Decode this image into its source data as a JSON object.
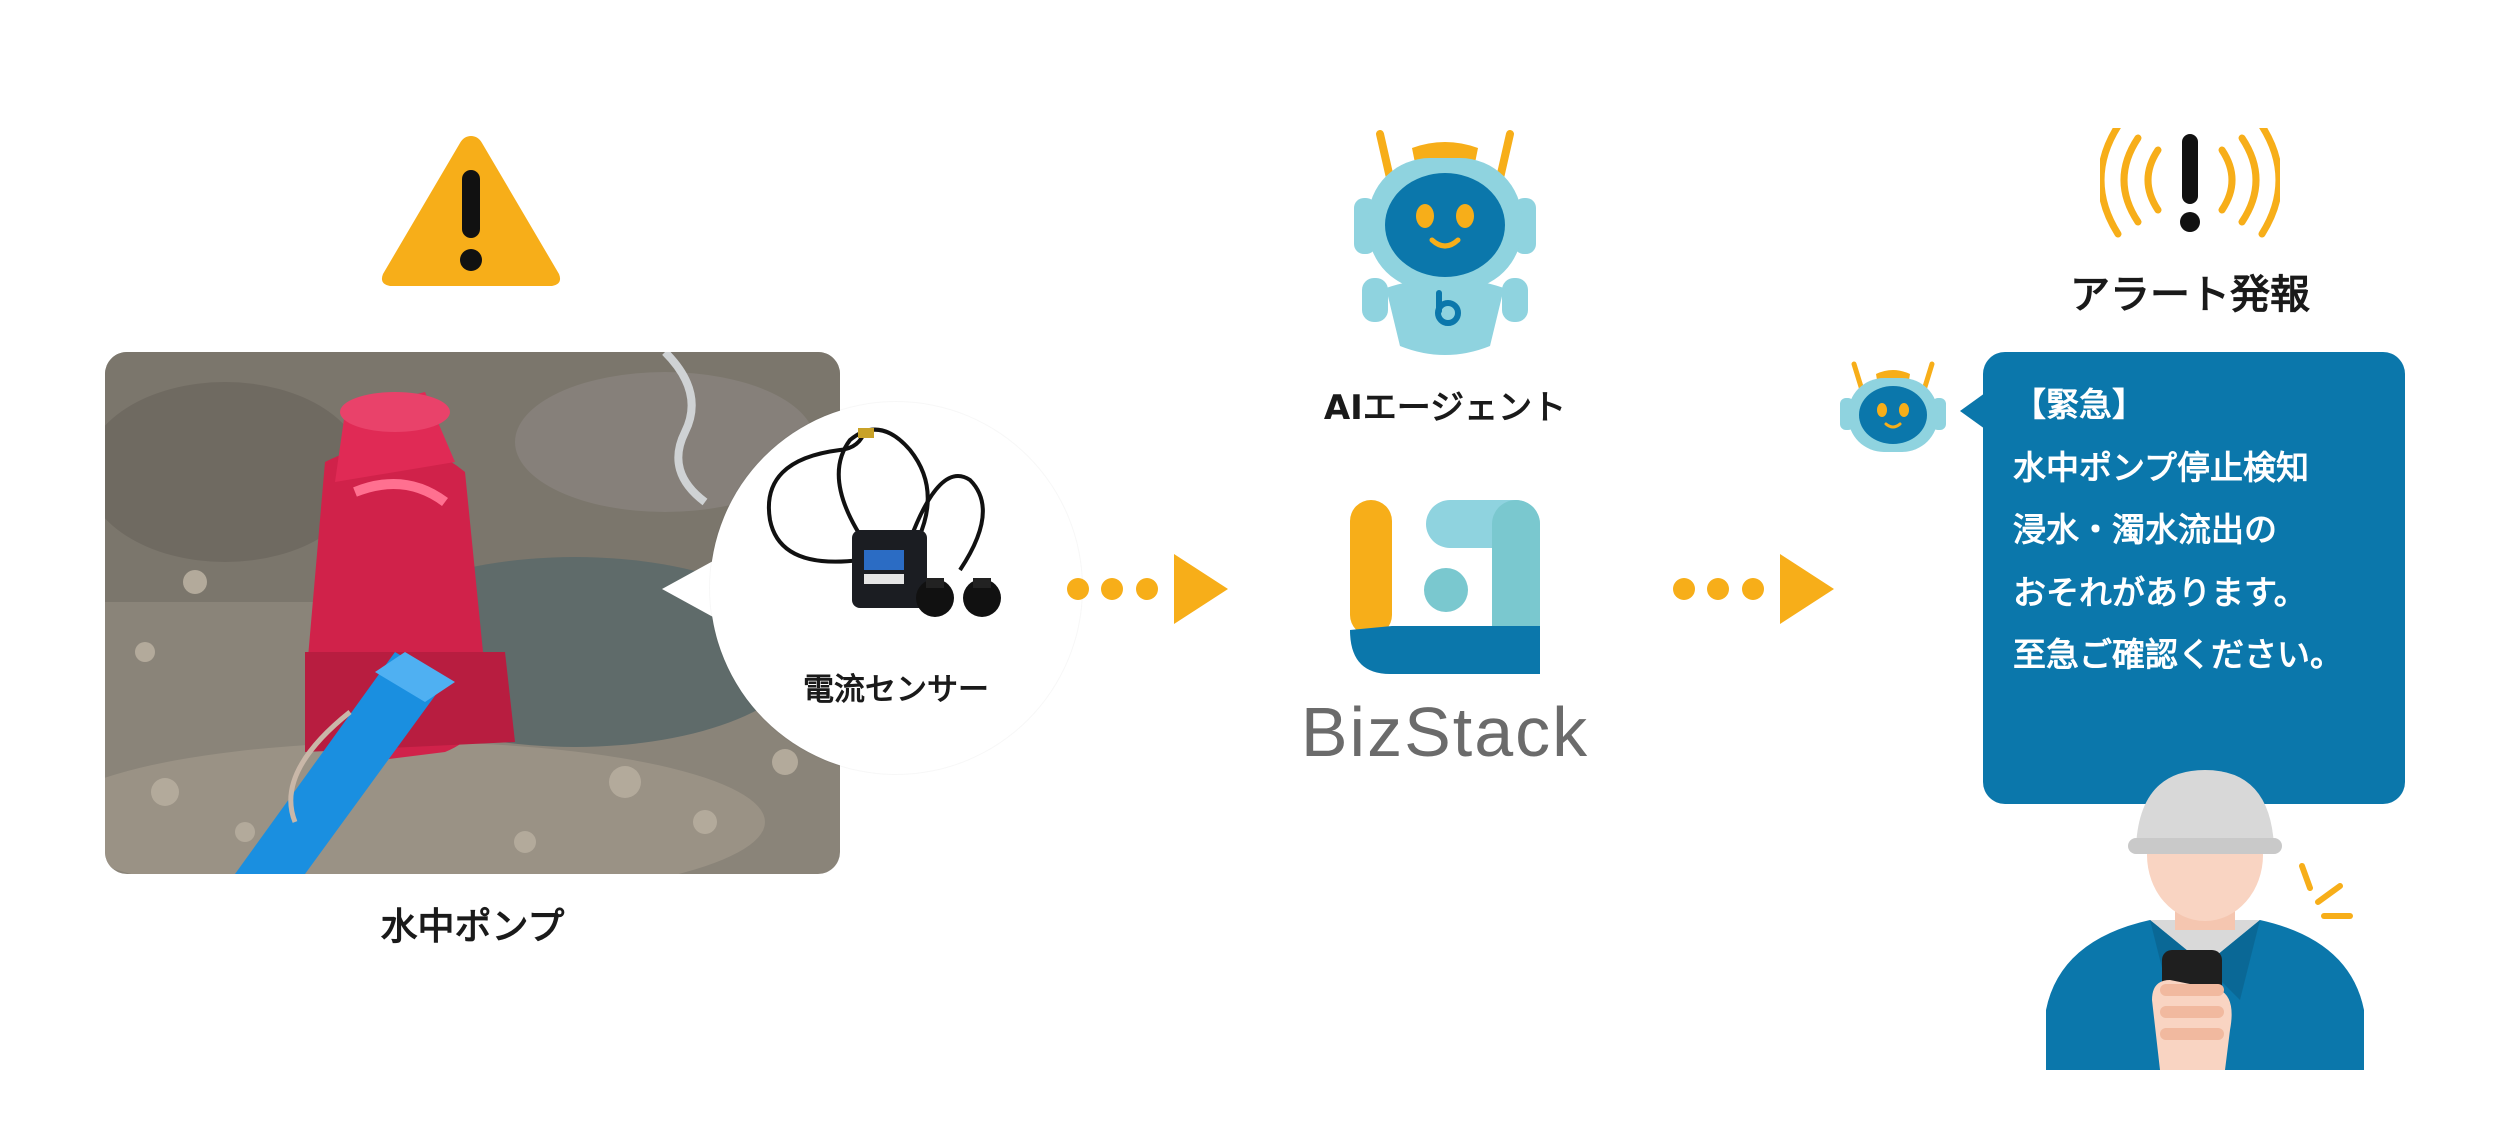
{
  "colors": {
    "accent_yellow": "#f7ae19",
    "brand_blue": "#0b77ab",
    "robot_light_blue": "#8fd3df",
    "bizstack_gray": "#6b6b6b"
  },
  "icons": {
    "warning": "warning-triangle-icon",
    "robot": "ai-robot-icon",
    "alert": "alert-signal-icon",
    "arrow": "dotted-arrow-icon"
  },
  "pump": {
    "label": "水中ポンプ"
  },
  "sensor": {
    "label": "電流センサー"
  },
  "ai_agent": {
    "label": "AIエージェント"
  },
  "logo": {
    "text": "BizStack"
  },
  "alert": {
    "title": "アラート発報",
    "message_lines": [
      "【緊急】",
      "水中ポンプ停止検知",
      "浸水・濁水流出の",
      "おそれがあります。",
      "至急ご確認ください。"
    ]
  }
}
